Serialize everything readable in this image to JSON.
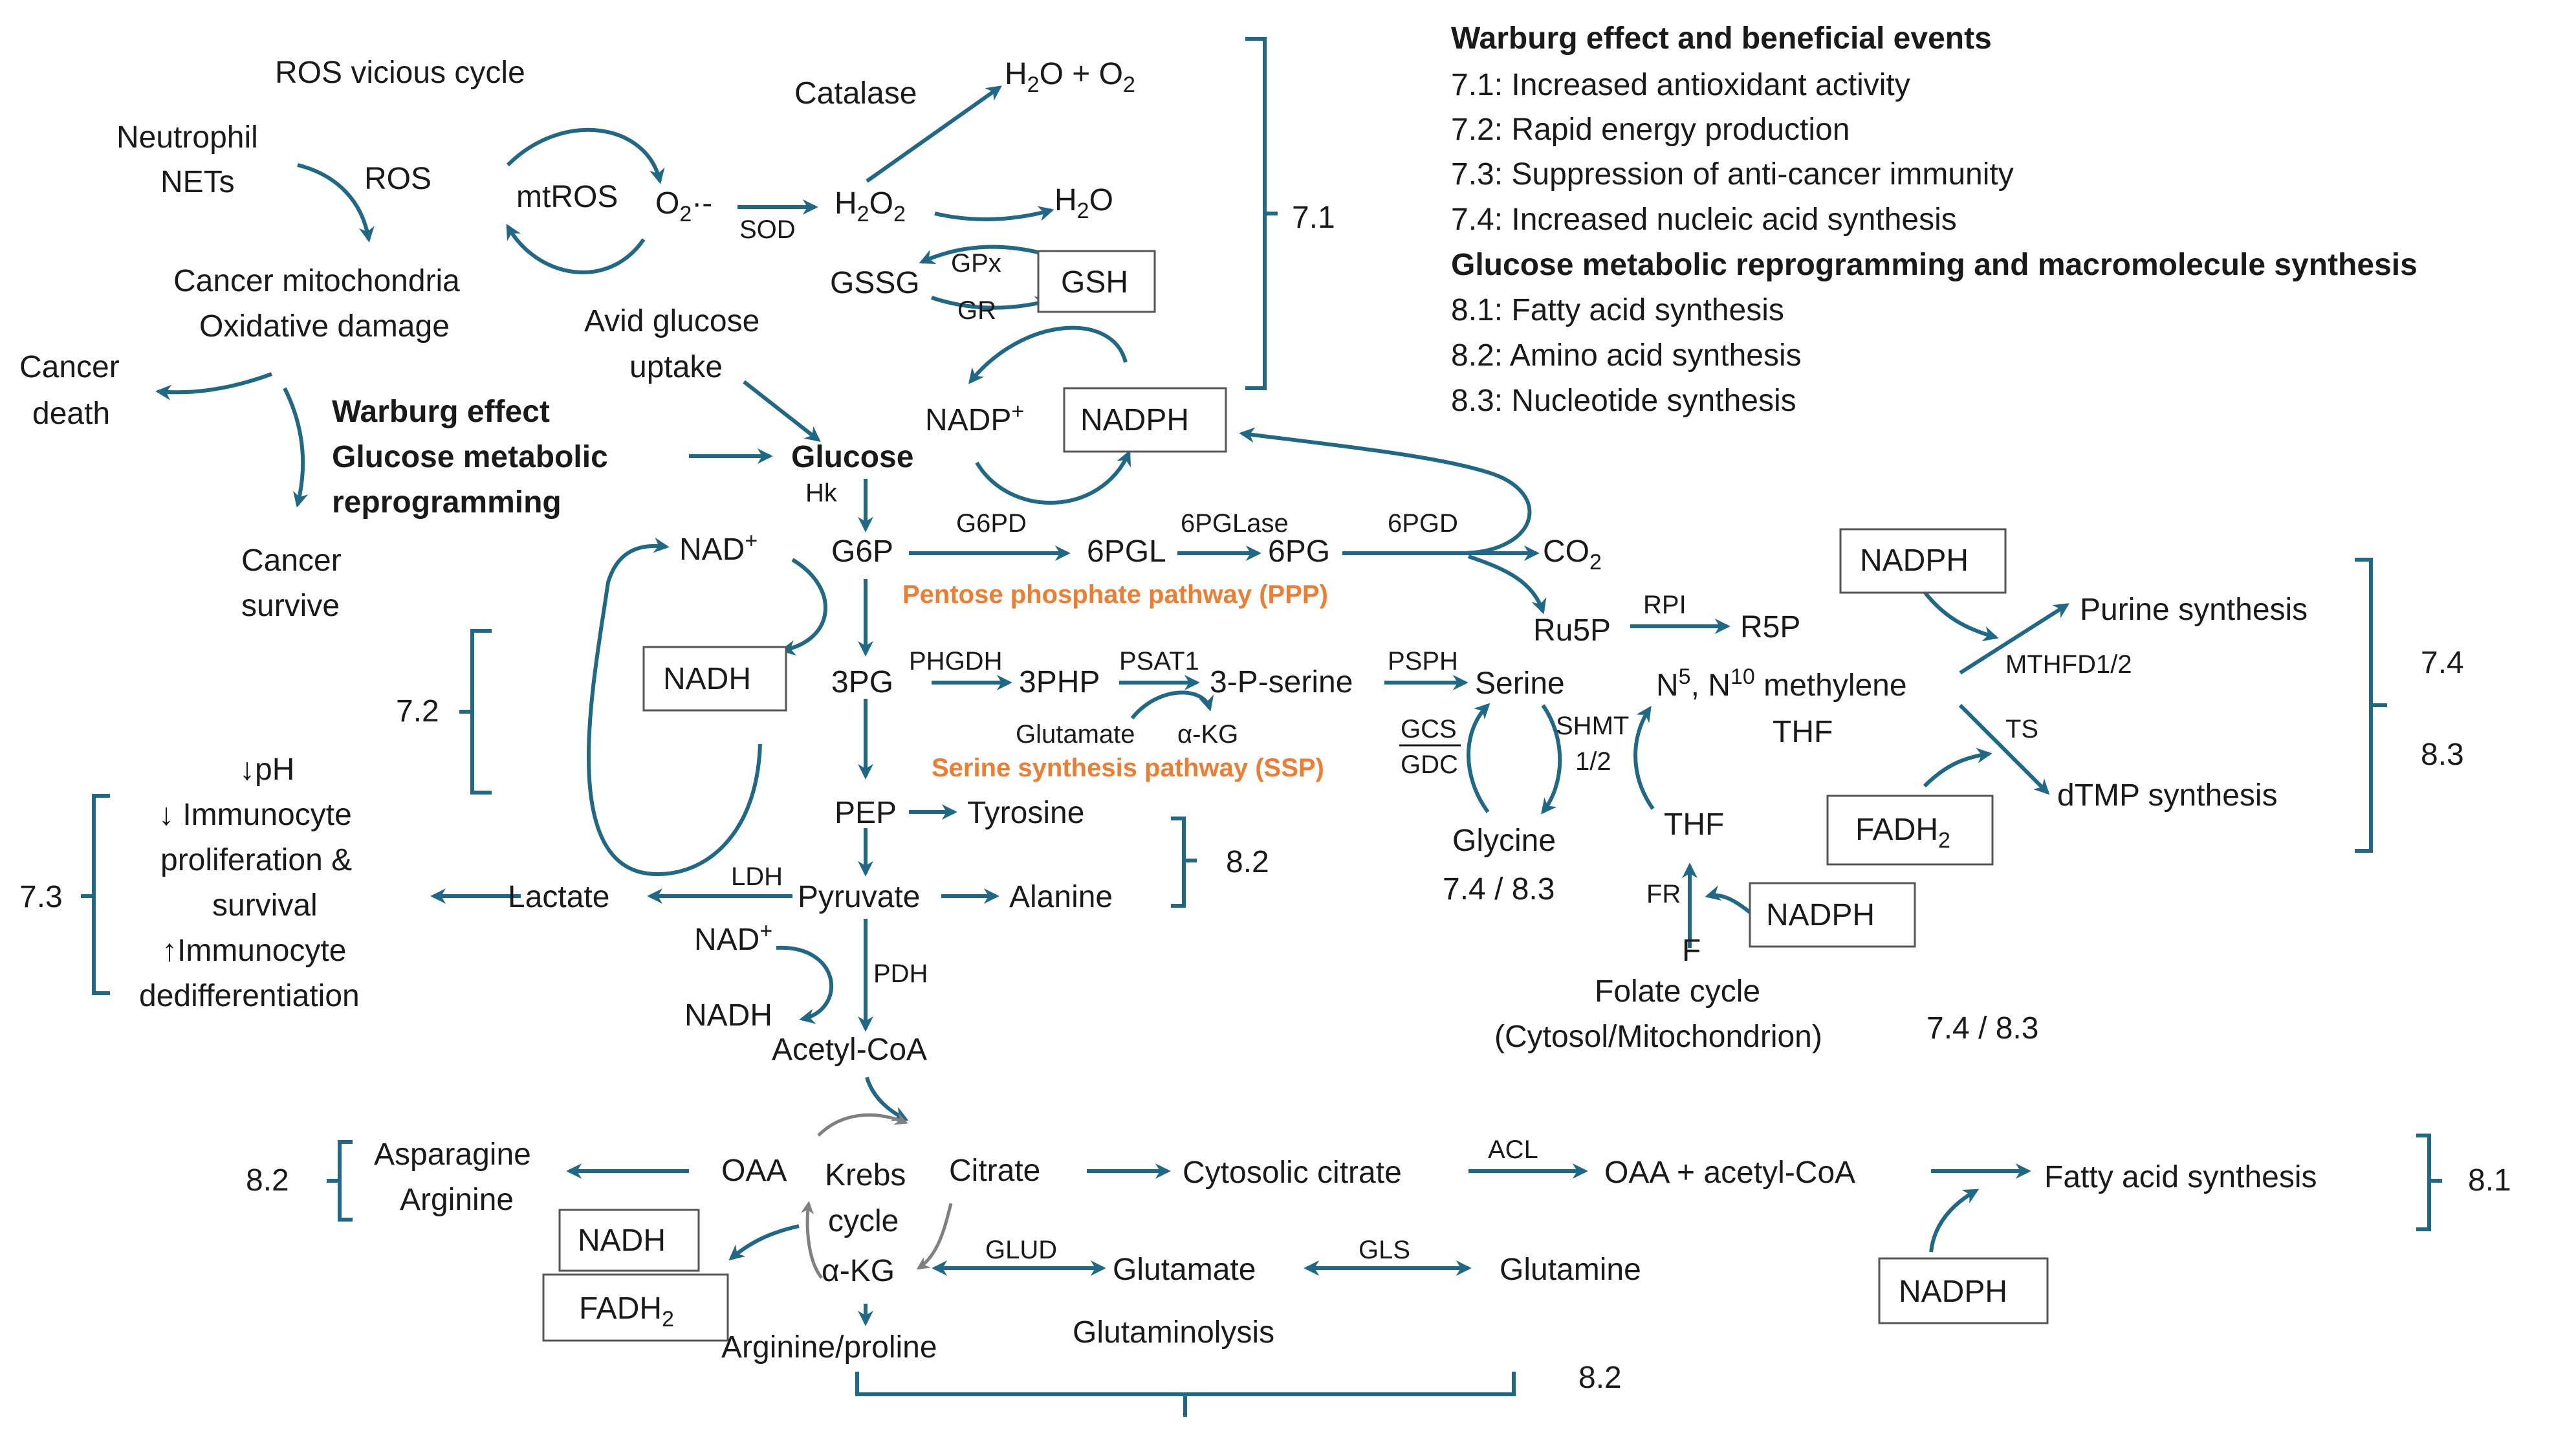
{
  "colors": {
    "arrow": "#1F6987",
    "arrow_grey": "#808080",
    "orange": "#ED7D31",
    "text": "#1a1a1a",
    "box_border": "#555555"
  },
  "legend": {
    "heading1": "Warburg effect and beneficial events",
    "items1": [
      "7.1: Increased antioxidant activity",
      "7.2: Rapid energy production",
      "7.3: Suppression of anti-cancer immunity",
      "7.4: Increased nucleic acid synthesis"
    ],
    "heading2": "Glucose metabolic reprogramming and macromolecule synthesis",
    "items2": [
      "8.1: Fatty acid synthesis",
      "8.2: Amino acid synthesis",
      "8.3: Nucleotide synthesis"
    ]
  },
  "ros": {
    "vicious_cycle": "ROS vicious cycle",
    "neutrophil": "Neutrophil",
    "nets": "NETs",
    "ros": "ROS",
    "mtros": "mtROS",
    "superoxide": "O",
    "superoxide_sub": "2",
    "superoxide_sup": "·-",
    "sod": "SOD",
    "catalase": "Catalase",
    "h2o2": "H",
    "h2o2_sub1": "2",
    "h2o2_mid": "O",
    "h2o2_sub2": "2",
    "h2o_o2": {
      "a": "H",
      "s1": "2",
      "b": "O + O",
      "s2": "2"
    },
    "h2o": {
      "a": "H",
      "s1": "2",
      "b": "O"
    },
    "gssg": "GSSG",
    "gpx": "GPx",
    "gr": "GR",
    "gsh": "GSH",
    "nadp_plus": "NADP",
    "nadp_sup": "+",
    "nadph": "NADPH",
    "ref_71": "7.1"
  },
  "cancer": {
    "mito_line1": "Cancer mitochondria",
    "mito_line2": "Oxidative damage",
    "death_line1": "Cancer",
    "death_line2": "death",
    "survive_line1": "Cancer",
    "survive_line2": "survive",
    "warburg_line1": "Warburg effect",
    "warburg_line2": "Glucose metabolic",
    "warburg_line3": "reprogramming",
    "uptake_line1": "Avid glucose",
    "uptake_line2": "uptake"
  },
  "glycolysis": {
    "glucose": "Glucose",
    "hk": "Hk",
    "g6p": "G6P",
    "nad_plus": "NAD",
    "nad_sup": "+",
    "nadh": "NADH",
    "ref_72": "7.2",
    "three_pg": "3PG",
    "pep": "PEP",
    "tyrosine": "Tyrosine",
    "pyruvate": "Pyruvate",
    "alanine": "Alanine",
    "ref_82a": "8.2",
    "ldh": "LDH",
    "lactate": "Lactate",
    "nad_plus2": "NAD",
    "nad_sup2": "+",
    "nadh2": "NADH",
    "pdh": "PDH",
    "acetyl_coa": "Acetyl-CoA"
  },
  "immunity": {
    "ph": "↓pH",
    "line2": "↓ Immunocyte",
    "line3": "proliferation &",
    "line4": "survival",
    "line5": "↑Immunocyte",
    "line6": "dedifferentiation",
    "ref_73": "7.3"
  },
  "ppp": {
    "g6pd": "G6PD",
    "sixpgl": "6PGL",
    "sixpglase": "6PGLase",
    "sixpg": "6PG",
    "sixpgd": "6PGD",
    "co2": "CO",
    "co2_sub": "2",
    "label": "Pentose phosphate pathway (PPP)",
    "ru5p": "Ru5P",
    "rpi": "RPI",
    "r5p": "R5P"
  },
  "ssp": {
    "phgdh": "PHGDH",
    "threephp": "3PHP",
    "psat1": "PSAT1",
    "three_p_serine": "3-P-serine",
    "psph": "PSPH",
    "serine": "Serine",
    "glutamate": "Glutamate",
    "akg": "α-KG",
    "label": "Serine synthesis pathway (SSP)",
    "gcs": "GCS",
    "gdc": "GDC",
    "shmt": "SHMT",
    "shmt_num": "1/2",
    "glycine": "Glycine",
    "ref_glycine": "7.4 / 8.3"
  },
  "folate": {
    "methylene": {
      "n5": "N",
      "n5_sup": "5",
      "mid": ", N",
      "n10_sup": "10",
      "tail": " methylene",
      "line2": "THF"
    },
    "thf": "THF",
    "fr": "FR",
    "f": "F",
    "nadph_fr": "NADPH",
    "cycle_line1": "Folate cycle",
    "cycle_line2": "(Cytosol/Mitochondrion)",
    "ref": "7.4 / 8.3",
    "nadph_top": "NADPH",
    "mthfd": "MTHFD1/2",
    "purine": "Purine synthesis",
    "ts": "TS",
    "fadh2": "FADH",
    "fadh2_sub": "2",
    "dtmp": "dTMP synthesis",
    "ref_74": "7.4",
    "ref_83": "8.3"
  },
  "krebs": {
    "oaa": "OAA",
    "krebs_line1": "Krebs",
    "krebs_line2": "cycle",
    "citrate": "Citrate",
    "akg": "α-KG",
    "asparagine": "Asparagine",
    "arginine": "Arginine",
    "ref_82b": "8.2",
    "nadh": "NADH",
    "fadh2": "FADH",
    "fadh2_sub": "2",
    "arginine_proline": "Arginine/proline",
    "glud": "GLUD",
    "glutamate": "Glutamate",
    "gls": "GLS",
    "glutamine": "Glutamine",
    "glutaminolysis": "Glutaminolysis",
    "ref_82c": "8.2",
    "cytosolic_citrate": "Cytosolic citrate",
    "acl": "ACL",
    "oaa_acetyl": "OAA + acetyl-CoA",
    "fatty_acid": "Fatty acid synthesis",
    "ref_81": "8.1",
    "nadph": "NADPH"
  }
}
